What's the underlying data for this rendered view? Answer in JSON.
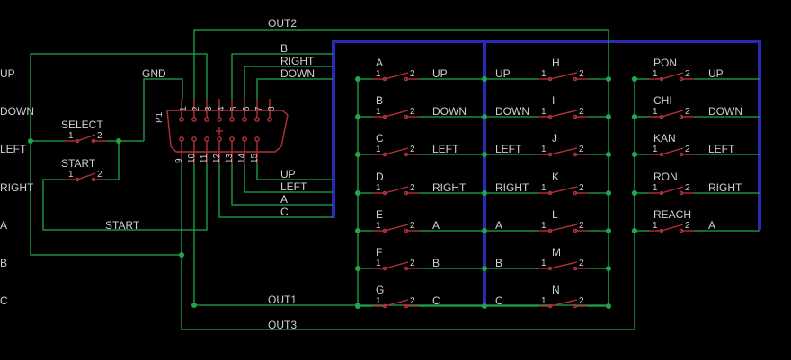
{
  "colors": {
    "background": "#000000",
    "wire": "#1fa84a",
    "bus": "#2a2ab4",
    "component": "#b4303c",
    "text": "#d0d0d0"
  },
  "connector": {
    "ref": "P1",
    "top_pins": [
      "1",
      "2",
      "3",
      "4",
      "5",
      "6",
      "7",
      "8"
    ],
    "bottom_pins": [
      "9",
      "10",
      "11",
      "12",
      "13",
      "14",
      "15"
    ]
  },
  "net_labels": {
    "out1": "OUT1",
    "out2": "OUT2",
    "out3": "OUT3",
    "gnd": "GND",
    "start_net": "START",
    "b": "B",
    "right": "RIGHT",
    "down": "DOWN",
    "up": "UP",
    "left": "LEFT",
    "a": "A",
    "c": "C"
  },
  "left_switches": [
    {
      "name": "SELECT",
      "p1": "1",
      "p2": "2"
    },
    {
      "name": "START",
      "p1": "1",
      "p2": "2"
    }
  ],
  "matrix_col1": [
    {
      "name": "A",
      "net": "UP"
    },
    {
      "name": "B",
      "net": "DOWN"
    },
    {
      "name": "C",
      "net": "LEFT"
    },
    {
      "name": "D",
      "net": "RIGHT"
    },
    {
      "name": "E",
      "net": "A"
    },
    {
      "name": "F",
      "net": "B"
    },
    {
      "name": "G",
      "net": "C"
    }
  ],
  "matrix_col2": [
    {
      "name": "H",
      "net": "UP"
    },
    {
      "name": "I",
      "net": "DOWN"
    },
    {
      "name": "J",
      "net": "LEFT"
    },
    {
      "name": "K",
      "net": "RIGHT"
    },
    {
      "name": "L",
      "net": "A"
    },
    {
      "name": "M",
      "net": "B"
    },
    {
      "name": "N",
      "net": "C"
    }
  ],
  "matrix_col3": [
    {
      "name": "PON",
      "net": "UP"
    },
    {
      "name": "CHI",
      "net": "DOWN"
    },
    {
      "name": "KAN",
      "net": "LEFT"
    },
    {
      "name": "RON",
      "net": "RIGHT"
    },
    {
      "name": "REACH",
      "net": "A"
    }
  ],
  "pin_one": "1",
  "pin_two": "2"
}
